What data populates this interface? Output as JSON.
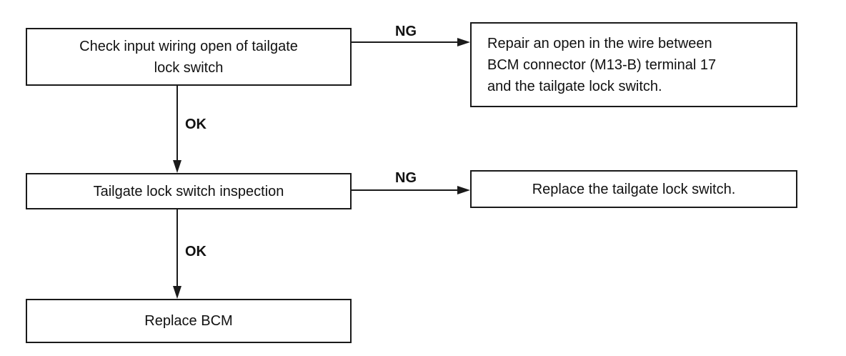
{
  "nodes": {
    "check_wiring": "Check input wiring open of tailgate\nlock switch",
    "repair_wire": "Repair an open in the wire between\nBCM connector (M13-B) terminal 17\nand the tailgate lock switch.",
    "switch_inspection": "Tailgate lock switch inspection",
    "replace_switch": "Replace the tailgate lock switch.",
    "replace_bcm": "Replace BCM"
  },
  "edges": {
    "ng_1": "NG",
    "ok_1": "OK",
    "ng_2": "NG",
    "ok_2": "OK"
  },
  "colors": {
    "line": "#1a1a1a",
    "text": "#111111",
    "background": "#ffffff"
  }
}
